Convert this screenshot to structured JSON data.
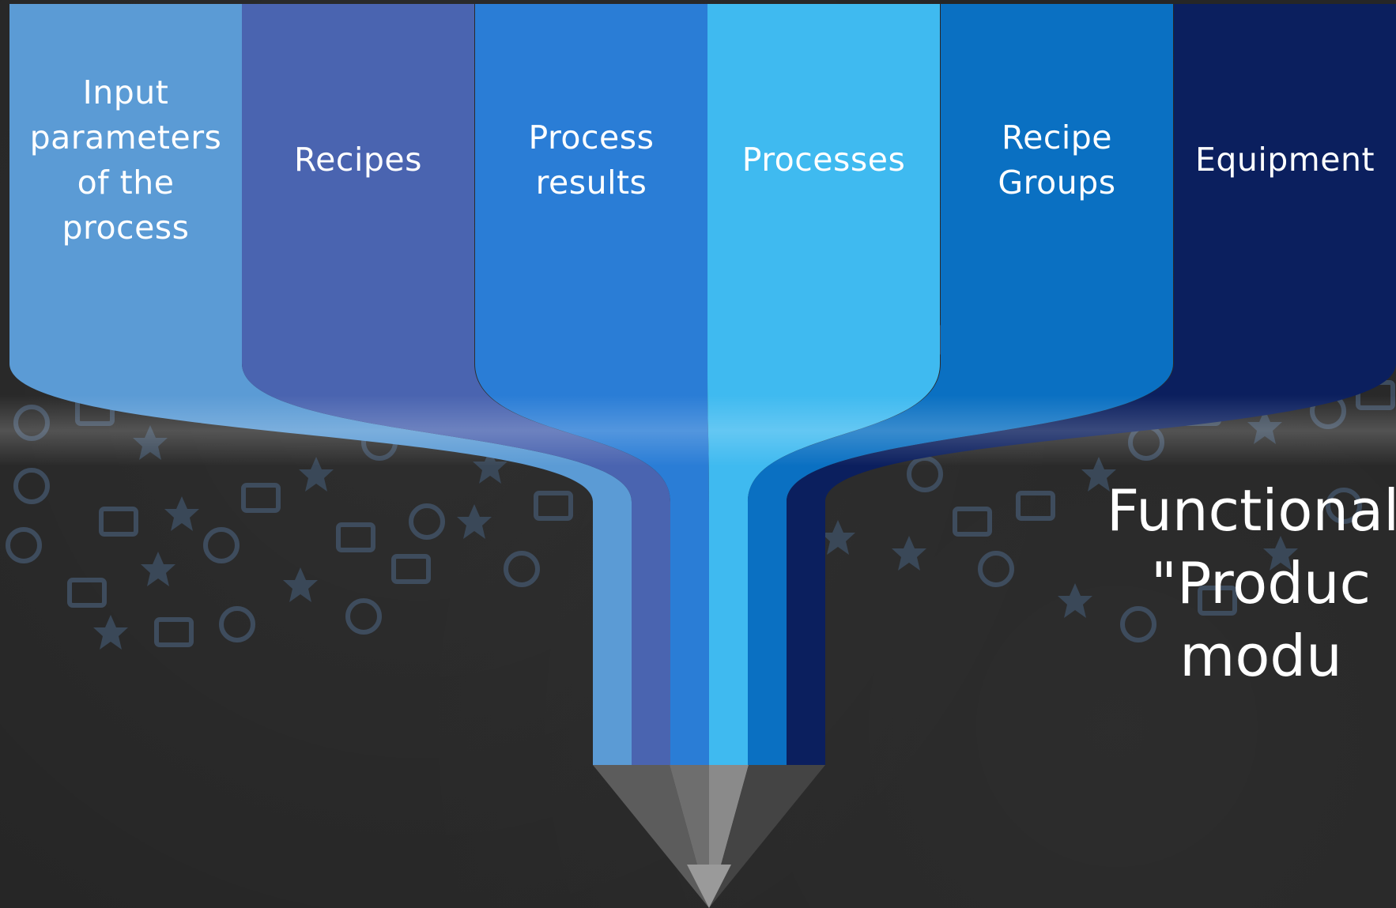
{
  "columns": [
    {
      "label": "Input\nparameters\nof the\nprocess",
      "color": "#5b9bd5"
    },
    {
      "label": "Recipes",
      "color": "#4a64b0"
    },
    {
      "label": "Process\nresults",
      "color": "#2a7dd6"
    },
    {
      "label": "Processes",
      "color": "#3fbaf0"
    },
    {
      "label": "Recipe\nGroups",
      "color": "#0a70c2"
    },
    {
      "label": "Equipment",
      "color": "#0b1f5e"
    }
  ],
  "title": "Functionali\n\"Produc\nmodu",
  "tip_colors": [
    "#5c5c5c",
    "#6e6e6e",
    "#8a8a8a",
    "#444444"
  ],
  "icons": [
    "lightbulb-icon",
    "book-icon",
    "graduation-cap-icon",
    "pencil-icon",
    "gear-icon",
    "star-icon",
    "target-icon",
    "trophy-icon",
    "heart-icon",
    "paper-plane-icon",
    "alarm-clock-icon",
    "thumbs-up-icon",
    "head-idea-icon",
    "palette-icon"
  ]
}
